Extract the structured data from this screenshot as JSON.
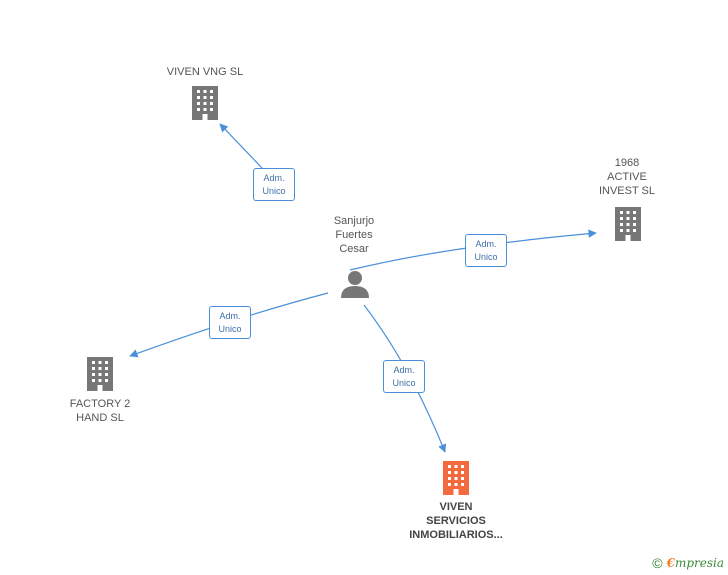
{
  "nodes": {
    "person": {
      "label": "Sanjurjo\nFuertes\nCesar"
    },
    "viven_vng": {
      "label": "VIVEN VNG  SL"
    },
    "active_invest": {
      "label": "1968\nACTIVE\nINVEST  SL"
    },
    "factory_hand": {
      "label": "FACTORY 2\nHAND  SL"
    },
    "viven_servicios": {
      "label": "VIVEN\nSERVICIOS\nINMOBILIARIOS..."
    }
  },
  "edges": [
    {
      "line1": "Adm.",
      "line2": "Unico"
    },
    {
      "line1": "Adm.",
      "line2": "Unico"
    },
    {
      "line1": "Adm.",
      "line2": "Unico"
    },
    {
      "line1": "Adm.",
      "line2": "Unico"
    }
  ],
  "colors": {
    "edge": "#4a90d9",
    "building": "#777777",
    "building_focus": "#f26a3d",
    "person": "#777777"
  },
  "footer": {
    "copyright_symbol": "©",
    "brand_first": "€",
    "brand_rest": "mpresia"
  }
}
